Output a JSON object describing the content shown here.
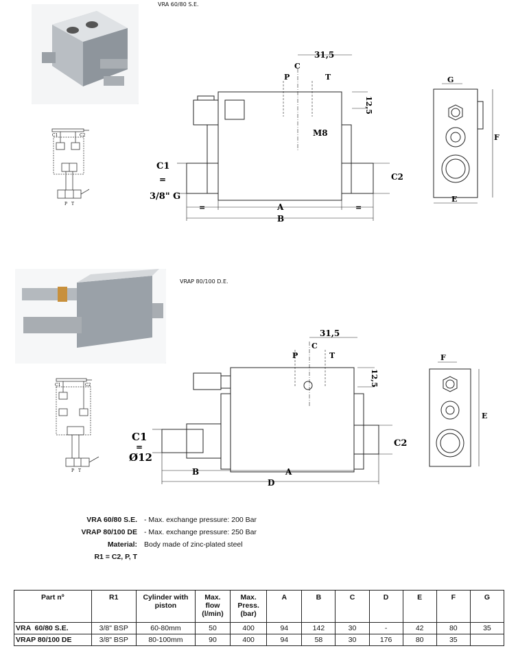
{
  "sections": [
    {
      "caption": "VRA 60/80 S.E.",
      "schematic": {
        "c1": "C1",
        "c2": "C2",
        "p": "P",
        "t": "T"
      },
      "front_view": {
        "dim_31_5": "31,5",
        "dim_12_5": "12,5",
        "p": "P",
        "c": "C",
        "t": "T",
        "m8": "M8",
        "c1": "C1",
        "eq": "=",
        "port": "3/8\" G",
        "c2": "C2",
        "a": "A",
        "b": "B",
        "eq_left": "=",
        "eq_right": "="
      },
      "side_view": {
        "g": "G",
        "f": "F",
        "e": "E"
      }
    },
    {
      "caption": "VRAP 80/100 D.E.",
      "schematic": {
        "c1": "C1",
        "c2": "C2",
        "p": "P",
        "t": "T"
      },
      "front_view": {
        "dim_31_5": "31,5",
        "dim_12_5": "12,5",
        "p": "P",
        "c": "C",
        "t": "T",
        "c1": "C1",
        "eq": "=",
        "port": "Ø12",
        "c2": "C2",
        "a": "A",
        "b": "B",
        "d": "D"
      },
      "side_view": {
        "f": "F",
        "e": "E"
      }
    }
  ],
  "specs": [
    {
      "label": "VRA 60/80 S.E.",
      "value": "- Max. exchange pressure: 200 Bar"
    },
    {
      "label": "VRAP 80/100 DE",
      "value": "- Max. exchange pressure: 250 Bar"
    },
    {
      "label": "Material:",
      "value": "Body made of zinc-plated steel"
    },
    {
      "label": "R1 = C2, P, T",
      "value": ""
    }
  ],
  "table": {
    "headers": [
      "Part nº",
      "R1",
      "Cylinder with piston",
      "Max. flow (l/min)",
      "Max. Press. (bar)",
      "A",
      "B",
      "C",
      "D",
      "E",
      "F",
      "G"
    ],
    "rows": [
      [
        "VRA  60/80 S.E.",
        "3/8\" BSP",
        "60-80mm",
        "50",
        "400",
        "94",
        "142",
        "30",
        "-",
        "42",
        "80",
        "35"
      ],
      [
        "VRAP 80/100 DE",
        "3/8\" BSP",
        "80-100mm",
        "90",
        "400",
        "94",
        "58",
        "30",
        "176",
        "80",
        "35",
        ""
      ]
    ]
  }
}
